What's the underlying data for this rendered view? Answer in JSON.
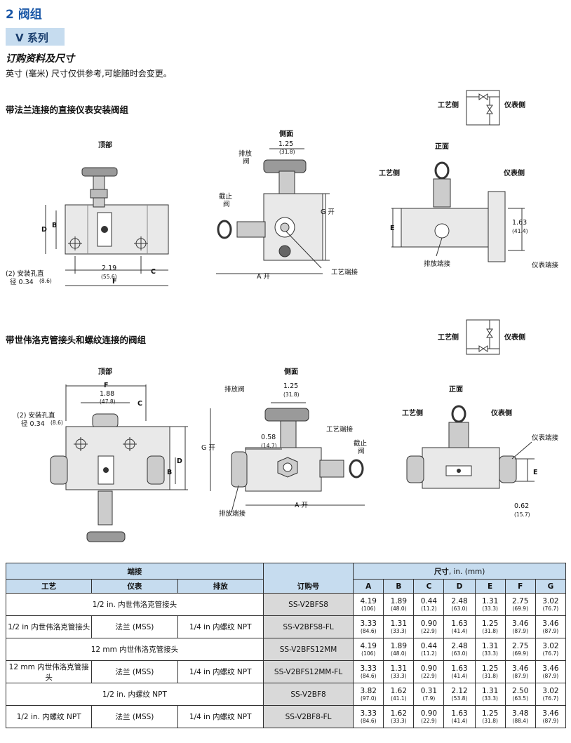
{
  "section_title": "2 阀组",
  "series": "V 系列",
  "ordering_heading": "订购资料及尺寸",
  "note": "英寸 (毫米) 尺寸仅供参考,可能随时会变更。",
  "group1": {
    "title": "带法兰连接的直接仪表安装阀组",
    "schematic": {
      "left": "工艺侧",
      "right": "仪表侧"
    },
    "top_view": {
      "title": "顶部",
      "B": "B",
      "D": "D",
      "hole_note_1": "(2) 安装孔直",
      "hole_note_2": "径 0.34",
      "hole_mm": "(8.6)",
      "dim_in": "2.19",
      "dim_mm": "(55.6)",
      "C": "C",
      "F": "F"
    },
    "side_view": {
      "title": "侧面",
      "dim_in": "1.25",
      "dim_mm": "(31.8)",
      "vent_1": "排放",
      "vent_2": "阀",
      "shut_1": "截止",
      "shut_2": "阀",
      "G": "G 开",
      "A": "A 开",
      "process_port": "工艺端接"
    },
    "front_view": {
      "title": "正面",
      "process_side": "工艺侧",
      "instrument_side": "仪表侧",
      "E": "E",
      "dim_in": "1.63",
      "dim_mm": "(41.4)",
      "vent_port": "排放端接",
      "instrument_port": "仪表端接"
    }
  },
  "group2": {
    "title": "带世伟洛克管接头和螺纹连接的阀组",
    "schematic": {
      "left": "工艺侧",
      "right": "仪表侧"
    },
    "top_view": {
      "title": "顶部",
      "F": "F",
      "dim_in": "1.88",
      "dim_mm": "(47.8)",
      "C": "C",
      "hole_note_1": "(2) 安装孔直",
      "hole_note_2": "径 0.34",
      "hole_mm": "(8.6)",
      "B": "B",
      "D": "D"
    },
    "side_view": {
      "title": "侧面",
      "vent_valve": "排放阀",
      "dim_in": "1.25",
      "dim_mm": "(31.8)",
      "dim2_in": "0.58",
      "dim2_mm": "(14.7)",
      "process_port": "工艺端接",
      "shut_1": "截止",
      "shut_2": "阀",
      "G": "G 开",
      "A": "A 开",
      "vent_port": "排放端接"
    },
    "front_view": {
      "title": "正面",
      "process_side": "工艺侧",
      "instrument_side": "仪表侧",
      "instrument_port": "仪表端接",
      "E": "E",
      "dim_in": "0.62",
      "dim_mm": "(15.7)"
    }
  },
  "table": {
    "h_ends": "端接",
    "h_process": "工艺",
    "h_instrument": "仪表",
    "h_vent": "排放",
    "h_order": "订购号",
    "h_dims": "尺寸",
    "h_dims_unit": ", in. (mm)",
    "dim_cols": [
      "A",
      "B",
      "C",
      "D",
      "E",
      "F",
      "G"
    ],
    "rows": [
      {
        "span": "1/2 in. 内世伟洛克管接头",
        "order": "SS-V2BFS8",
        "dims": [
          [
            "4.19",
            "(106)"
          ],
          [
            "1.89",
            "(48.0)"
          ],
          [
            "0.44",
            "(11.2)"
          ],
          [
            "2.48",
            "(63.0)"
          ],
          [
            "1.31",
            "(33.3)"
          ],
          [
            "2.75",
            "(69.9)"
          ],
          [
            "3.02",
            "(76.7)"
          ]
        ]
      },
      {
        "process": "1/2 in 内世伟洛克管接头",
        "instrument": "法兰 (MSS)",
        "vent": "1/4 in 内螺纹 NPT",
        "order": "SS-V2BFS8-FL",
        "dims": [
          [
            "3.33",
            "(84.6)"
          ],
          [
            "1.31",
            "(33.3)"
          ],
          [
            "0.90",
            "(22.9)"
          ],
          [
            "1.63",
            "(41.4)"
          ],
          [
            "1.25",
            "(31.8)"
          ],
          [
            "3.46",
            "(87.9)"
          ],
          [
            "3.46",
            "(87.9)"
          ]
        ]
      },
      {
        "span": "12 mm 内世伟洛克管接头",
        "order": "SS-V2BFS12MM",
        "dims": [
          [
            "4.19",
            "(106)"
          ],
          [
            "1.89",
            "(48.0)"
          ],
          [
            "0.44",
            "(11.2)"
          ],
          [
            "2.48",
            "(63.0)"
          ],
          [
            "1.31",
            "(33.3)"
          ],
          [
            "2.75",
            "(69.9)"
          ],
          [
            "3.02",
            "(76.7)"
          ]
        ]
      },
      {
        "process": "12 mm 内世伟洛克管接头",
        "instrument": "法兰 (MSS)",
        "vent": "1/4 in 内螺纹 NPT",
        "order": "SS-V2BFS12MM-FL",
        "dims": [
          [
            "3.33",
            "(84.6)"
          ],
          [
            "1.31",
            "(33.3)"
          ],
          [
            "0.90",
            "(22.9)"
          ],
          [
            "1.63",
            "(41.4)"
          ],
          [
            "1.25",
            "(31.8)"
          ],
          [
            "3.46",
            "(87.9)"
          ],
          [
            "3.46",
            "(87.9)"
          ]
        ]
      },
      {
        "span": "1/2 in. 内螺纹 NPT",
        "order": "SS-V2BF8",
        "dims": [
          [
            "3.82",
            "(97.0)"
          ],
          [
            "1.62",
            "(41.1)"
          ],
          [
            "0.31",
            "(7.9)"
          ],
          [
            "2.12",
            "(53.8)"
          ],
          [
            "1.31",
            "(33.3)"
          ],
          [
            "2.50",
            "(63.5)"
          ],
          [
            "3.02",
            "(76.7)"
          ]
        ]
      },
      {
        "process": "1/2 in. 内螺纹 NPT",
        "instrument": "法兰 (MSS)",
        "vent": "1/4 in 内螺纹 NPT",
        "order": "SS-V2BF8-FL",
        "dims": [
          [
            "3.33",
            "(84.6)"
          ],
          [
            "1.62",
            "(33.3)"
          ],
          [
            "0.90",
            "(22.9)"
          ],
          [
            "1.63",
            "(41.4)"
          ],
          [
            "1.25",
            "(31.8)"
          ],
          [
            "3.48",
            "(88.4)"
          ],
          [
            "3.46",
            "(87.9)"
          ]
        ]
      }
    ]
  }
}
